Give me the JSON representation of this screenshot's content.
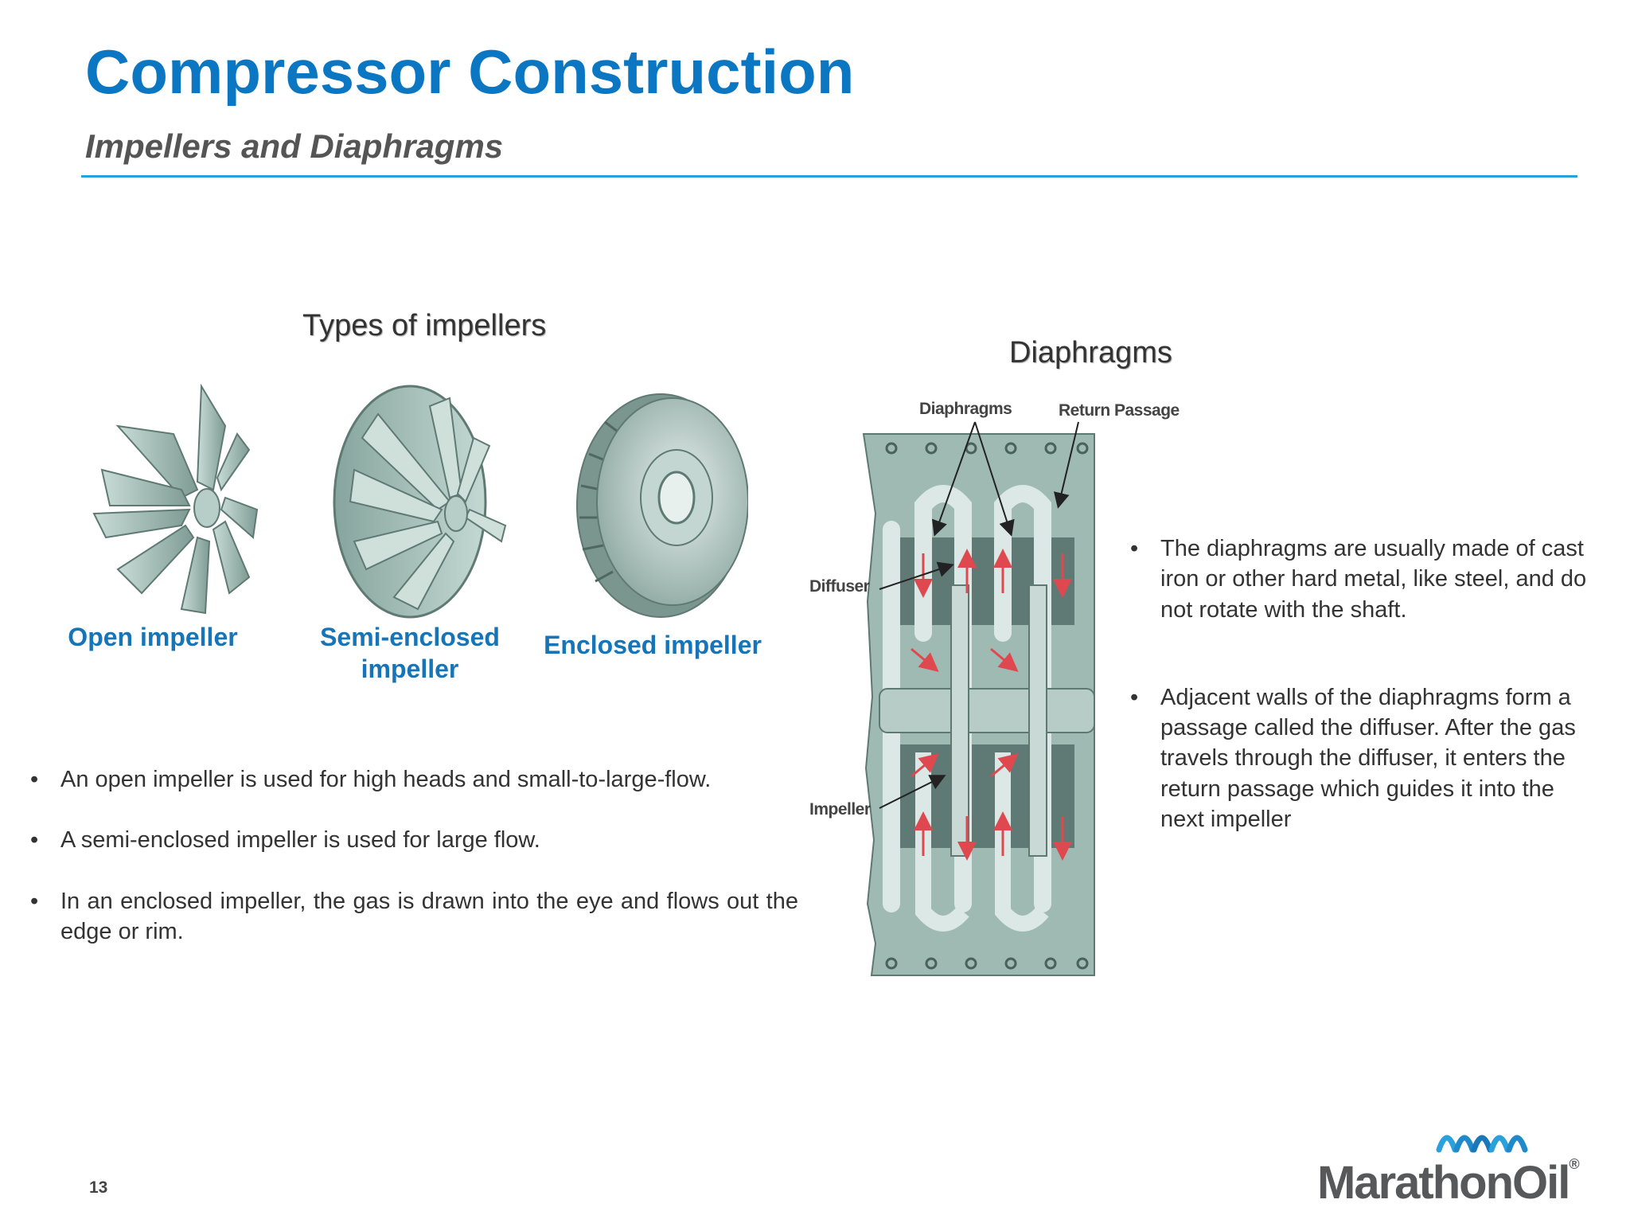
{
  "slide": {
    "title": "Compressor Construction",
    "subtitle": "Impellers and Diaphragms",
    "page_number": "13"
  },
  "impellers": {
    "heading": "Types of impellers",
    "labels": {
      "open": "Open impeller",
      "semi_line1": "Semi-enclosed",
      "semi_line2": "impeller",
      "enclosed": "Enclosed impeller"
    },
    "bullets": [
      "An open impeller is used for high heads and small-to-large-flow.",
      "A semi-enclosed impeller is used for large flow.",
      "In an enclosed impeller, the gas is drawn into the eye and flows out the edge or rim."
    ]
  },
  "diaphragms": {
    "heading": "Diaphragms",
    "diagram_labels": {
      "diaphragms": "Diaphragms",
      "return_passage": "Return Passage",
      "diffuser": "Diffuser",
      "impeller": "Impeller"
    },
    "bullets": [
      "The diaphragms are usually made of cast iron or other hard metal, like steel, and do not rotate with the shaft.",
      "Adjacent walls of the diaphragms form a passage called the diffuser.  After the gas travels through the diffuser, it enters the return passage which guides it into the next impeller"
    ]
  },
  "brand": {
    "name": "MarathonOil",
    "mark": "®"
  },
  "colors": {
    "title_blue": "#0b77c2",
    "rule_blue": "#22a3dc",
    "label_blue": "#1674b8",
    "metal": "#9fb9b3"
  }
}
